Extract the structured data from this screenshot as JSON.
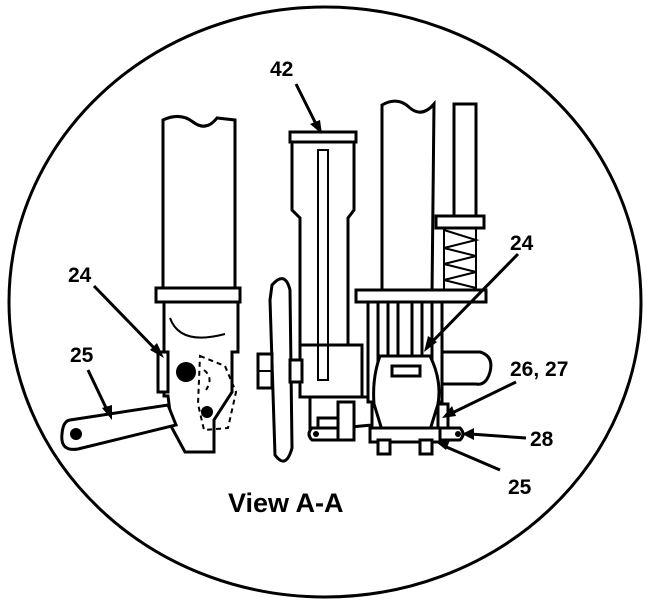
{
  "diagram": {
    "title": "View A-A",
    "callouts": {
      "c42": "42",
      "c24_left": "24",
      "c25_left": "25",
      "c24_right": "24",
      "c26_27": "26, 27",
      "c28": "28",
      "c25_right": "25"
    }
  }
}
